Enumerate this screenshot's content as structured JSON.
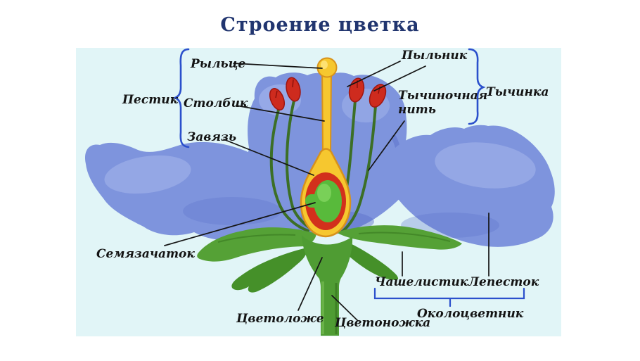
{
  "title": "Строение цветка",
  "labels": {
    "pestik": "Пестик",
    "rylce": "Рыльце",
    "stolbik": "Столбик",
    "zavyaz": "Завязь",
    "pylnik": "Пыльник",
    "tychinochnaya_nit": "Тычиночная нить",
    "tychinka": "Тычинка",
    "semyazachatok": "Семязачаток",
    "chashelistik": "Чашелистик",
    "lepestok": "Лепесток",
    "okolocvetnik": "Околоцветник",
    "cvetolozhe": "Цветоложе",
    "cvetonozhka": "Цветоножка"
  },
  "groups": [
    {
      "group_label": "Пестик",
      "parts": [
        "Рыльце",
        "Столбик",
        "Завязь"
      ]
    },
    {
      "group_label": "Тычинка",
      "parts": [
        "Пыльник",
        "Тычиночная нить"
      ]
    },
    {
      "group_label": "Околоцветник",
      "parts": [
        "Чашелистик",
        "Лепесток"
      ]
    }
  ],
  "colors": {
    "title_text": "#21356f",
    "diagram_background": "#e1f5f7",
    "page_background": "#ffffff",
    "label_text": "#141414",
    "brace_blue": "#2b50cc",
    "pointer_line": "#151515",
    "petal_blue": "#7e94dd",
    "petal_highlight": "#a9baee",
    "sepal_green": "#55a136",
    "stem_green": "#4f9c33",
    "pistil_yellow": "#f6c72f",
    "pistil_outline": "#d8921b",
    "anther_red": "#ce2b1e",
    "ovary_ring_red": "#d2301c",
    "ovule_green": "#58ba3b",
    "filament_green": "#3c6f26"
  }
}
